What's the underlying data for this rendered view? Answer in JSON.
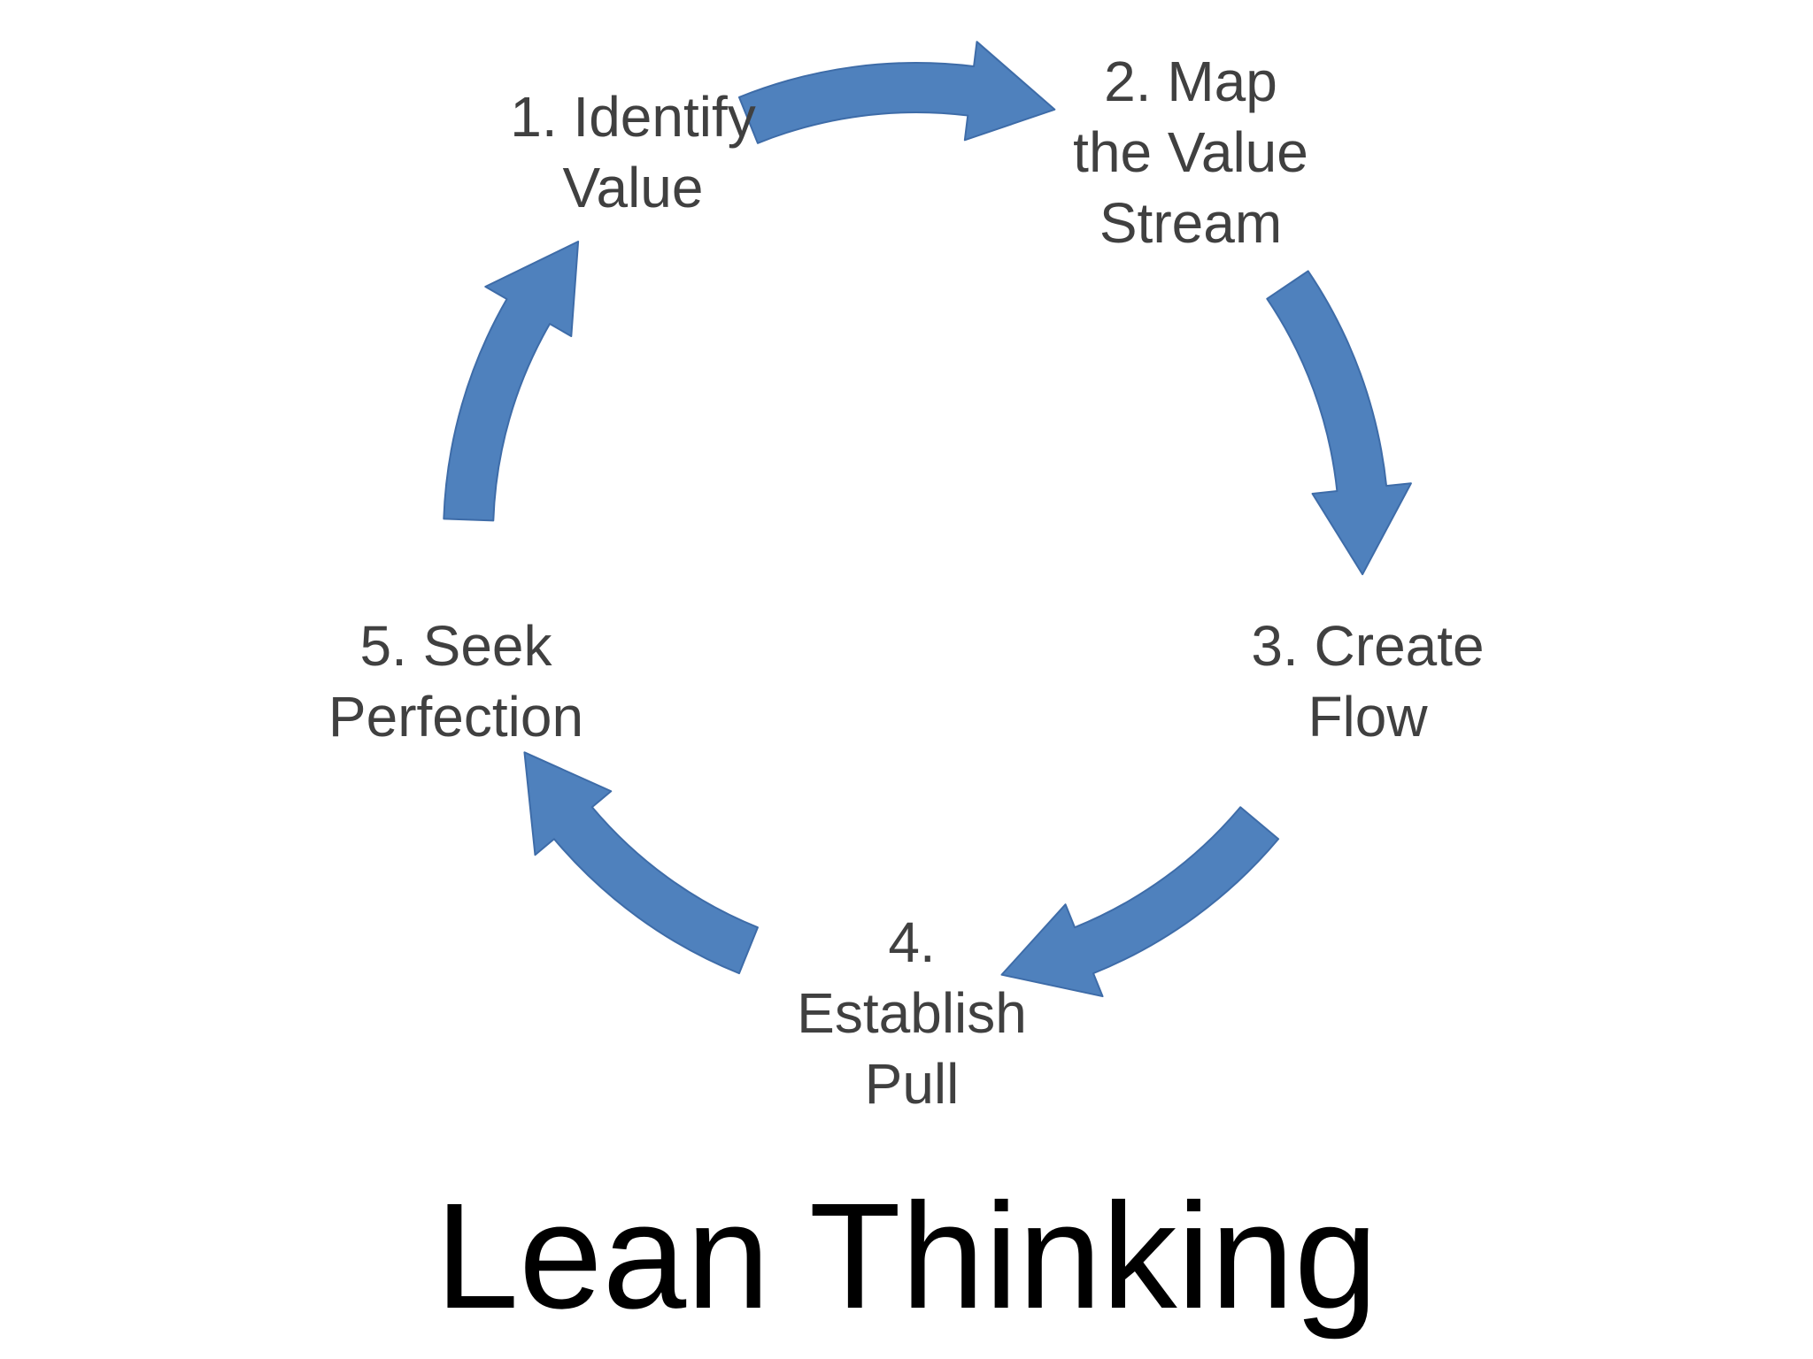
{
  "slide": {
    "title": "Lean Thinking"
  },
  "cycle": {
    "arrow_color": "#4f81bd",
    "arrow_outline_color": "#3e6ca8",
    "label_color": "#404040",
    "steps": [
      {
        "lines": [
          "1. Identify",
          "Value"
        ]
      },
      {
        "lines": [
          "2. Map",
          "the Value",
          "Stream"
        ]
      },
      {
        "lines": [
          "3. Create",
          "Flow"
        ]
      },
      {
        "lines": [
          "4.",
          "Establish",
          "Pull"
        ]
      },
      {
        "lines": [
          "5. Seek",
          "Perfection"
        ]
      }
    ]
  }
}
